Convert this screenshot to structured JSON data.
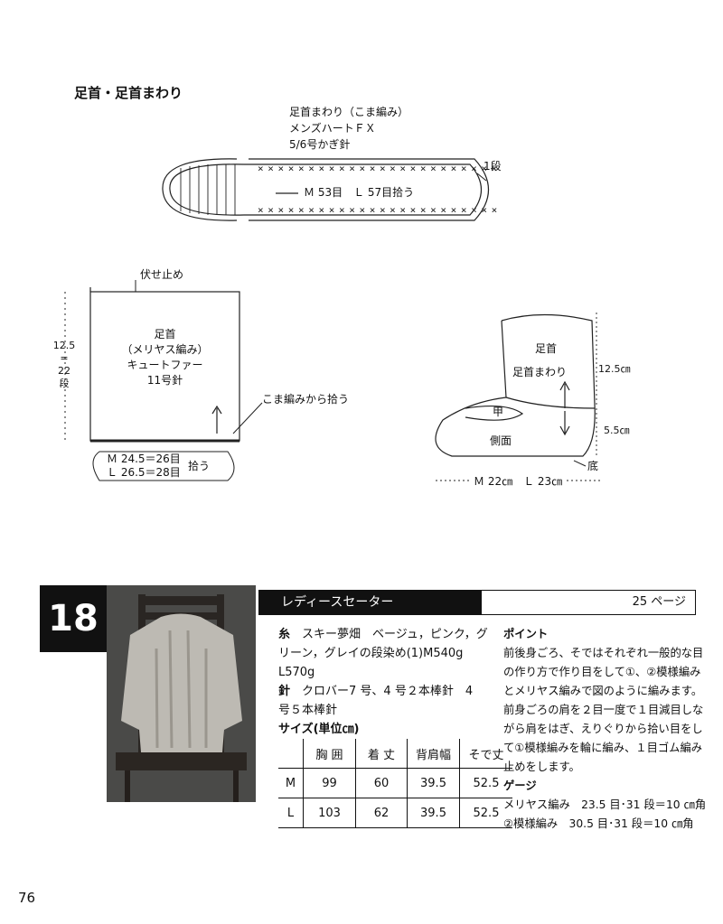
{
  "section_title": "足首・足首まわり",
  "diagram1": {
    "line1": "足首まわり（こま編み）",
    "line2": "メンズハートＦＸ",
    "line3": "5/6号かぎ針",
    "stitch_label": "Ｍ 53目　Ｌ 57目拾う",
    "row_label": "1段"
  },
  "diagram2": {
    "bind_off": "伏せ止め",
    "height_cm": "12.5",
    "height_eq": "=",
    "height_rows": "22",
    "height_unit": "段",
    "name": "足首",
    "technique": "（メリヤス編み）",
    "yarn": "キュートファー",
    "needle": "11号針",
    "pickup_note": "こま編みから拾う",
    "m_count": "Ｍ 24.5＝26目",
    "l_count": "Ｌ 26.5＝28目",
    "pick_up": "拾う"
  },
  "diagram3": {
    "ankle": "足首",
    "ankle_around": "足首まわり",
    "instep": "甲",
    "side": "側面",
    "sole": "底",
    "height_upper": "12.5㎝",
    "height_lower": "5.5㎝",
    "length": "Ｍ 22㎝　Ｌ 23㎝"
  },
  "pattern": {
    "number": "18",
    "title": "レディースセーター",
    "page_ref": "25 ページ",
    "yarn_label": "糸",
    "yarn_text": "スキー夢畑　ベージュ，ピンク，グリーン，グレイの段染め(1)M540g L570g",
    "needle_label": "針",
    "needle_text": "クロバー7 号、4 号２本棒針　4 号５本棒針",
    "size_heading": "サイズ(単位㎝)",
    "size_headers": [
      "",
      "胸 囲",
      "着 丈",
      "背肩幅",
      "そで丈"
    ],
    "size_rows": [
      [
        "M",
        "99",
        "60",
        "39.5",
        "52.5"
      ],
      [
        "L",
        "103",
        "62",
        "39.5",
        "52.5"
      ]
    ],
    "point_heading": "ポイント",
    "point_text": "前後身ごろ、そではそれぞれ一般的な目の作り方で作り目をして①、②模様編みとメリヤス編みで図のように編みます。前身ごろの肩を２目一度で１目減目しながら肩をはぎ、えりぐりから拾い目をして①模様編みを輪に編み、１目ゴム編み止めをします。",
    "gauge_heading": "ゲージ",
    "gauge_line1": "メリヤス編み　23.5 目･31 段＝10 ㎝角",
    "gauge_line2": "②模様編み　30.5 目･31 段＝10 ㎝角"
  },
  "page_number": "76"
}
